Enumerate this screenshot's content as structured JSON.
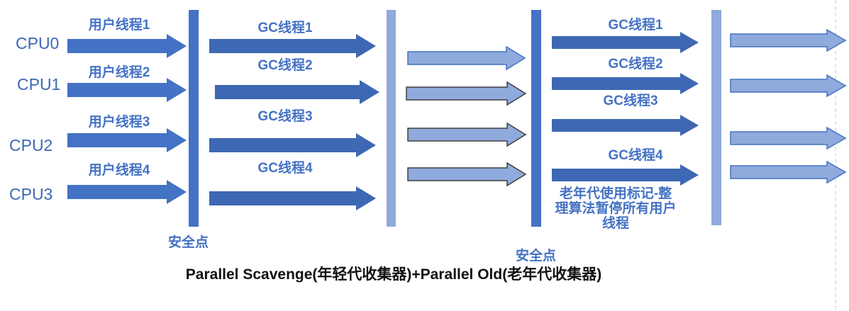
{
  "title": "Parallel Scavenge(年轻代收集器)+Parallel Old(老年代收集器)",
  "colors": {
    "primary_blue": "#4472C4",
    "dark_arrow_blue": "#3E68B3",
    "light_blue": "#8FAADC",
    "outline_gray": "#404040",
    "text_blue": "#4472C4"
  },
  "cpu_lanes": [
    {
      "cpu": "CPU0",
      "user_thread": "用户线程1"
    },
    {
      "cpu": "CPU1",
      "user_thread": "用户线程2"
    },
    {
      "cpu": "CPU2",
      "user_thread": "用户线程3"
    },
    {
      "cpu": "CPU3",
      "user_thread": "用户线程4"
    }
  ],
  "young_gc_threads": [
    "GC线程1",
    "GC线程2",
    "GC线程3",
    "GC线程4"
  ],
  "old_gc_threads": [
    "GC线程1",
    "GC线程2",
    "GC线程3",
    "GC线程4"
  ],
  "old_gc_note": "老年代使用标记-整理算法暂停所有用户线程",
  "safepoint_labels": {
    "young": "安全点",
    "old": "安全点"
  }
}
